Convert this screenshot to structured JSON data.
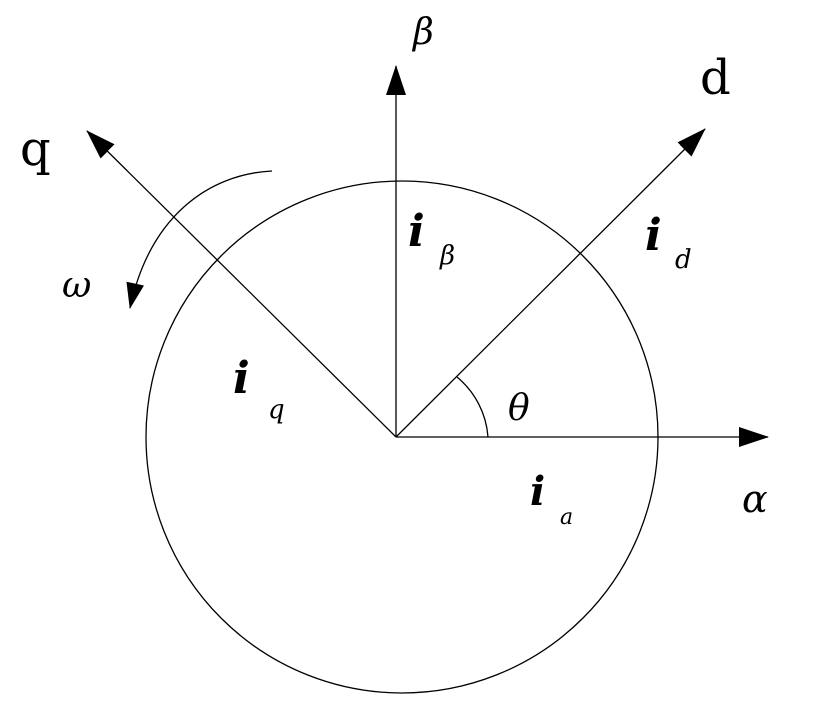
{
  "colors": {
    "ink": "#000000",
    "background": "#ffffff"
  },
  "axes": {
    "alpha": {
      "label": "α"
    },
    "beta": {
      "label": "β"
    },
    "d": {
      "label": "d"
    },
    "q": {
      "label": "q"
    }
  },
  "currents": {
    "i_alpha": {
      "main": "i",
      "sub": "a"
    },
    "i_beta": {
      "main": "i",
      "sub": "β"
    },
    "i_d": {
      "main": "i",
      "sub": "d"
    },
    "i_q": {
      "main": "i",
      "sub": "q"
    }
  },
  "angle": {
    "label": "θ",
    "degrees": 45
  },
  "rotation": {
    "label": "ω"
  }
}
